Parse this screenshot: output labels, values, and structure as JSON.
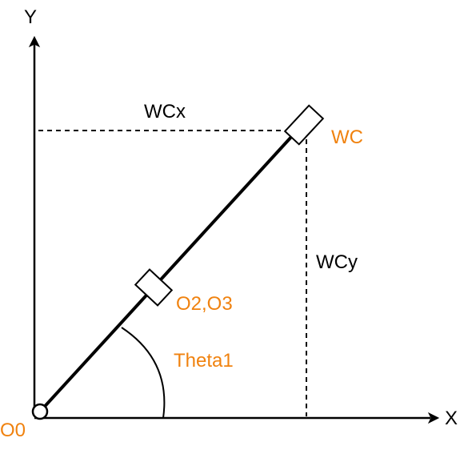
{
  "axes": {
    "x_label": "X",
    "y_label": "Y"
  },
  "labels": {
    "origin": "O0",
    "wc": "WC",
    "joint_mid": "O2,O3",
    "angle": "Theta1",
    "wc_x": "WCx",
    "wc_y": "WCy"
  },
  "colors": {
    "line": "#000000",
    "accent": "#f0820f",
    "text": "#000000"
  }
}
